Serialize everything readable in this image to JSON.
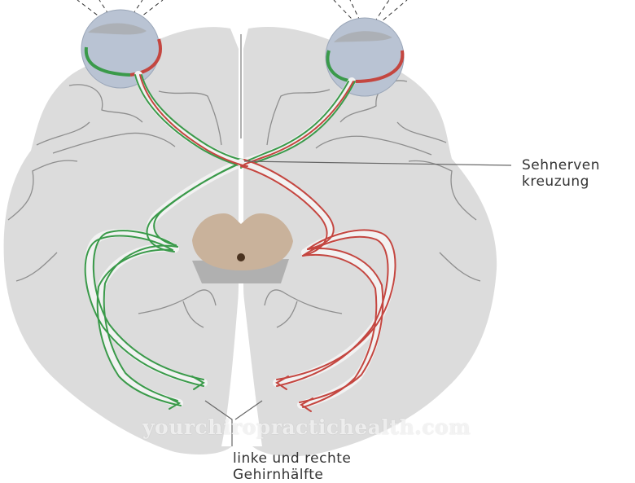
{
  "labels": {
    "chiasm_line1": "Sehnerven",
    "chiasm_line2": "kreuzung",
    "hemispheres_line1": "linke und rechte",
    "hemispheres_line2": "Gehirnhälfte"
  },
  "watermark": "yourchiropractichealth.com",
  "colors": {
    "brain": "#dcdcdc",
    "brain_folds": "#8e8e8e",
    "eyeball": "#b9c3d3",
    "green_pathway": "#3a9a4a",
    "red_pathway": "#c44640",
    "midbrain": "#c9b29b",
    "pons": "#b0b0b0"
  }
}
